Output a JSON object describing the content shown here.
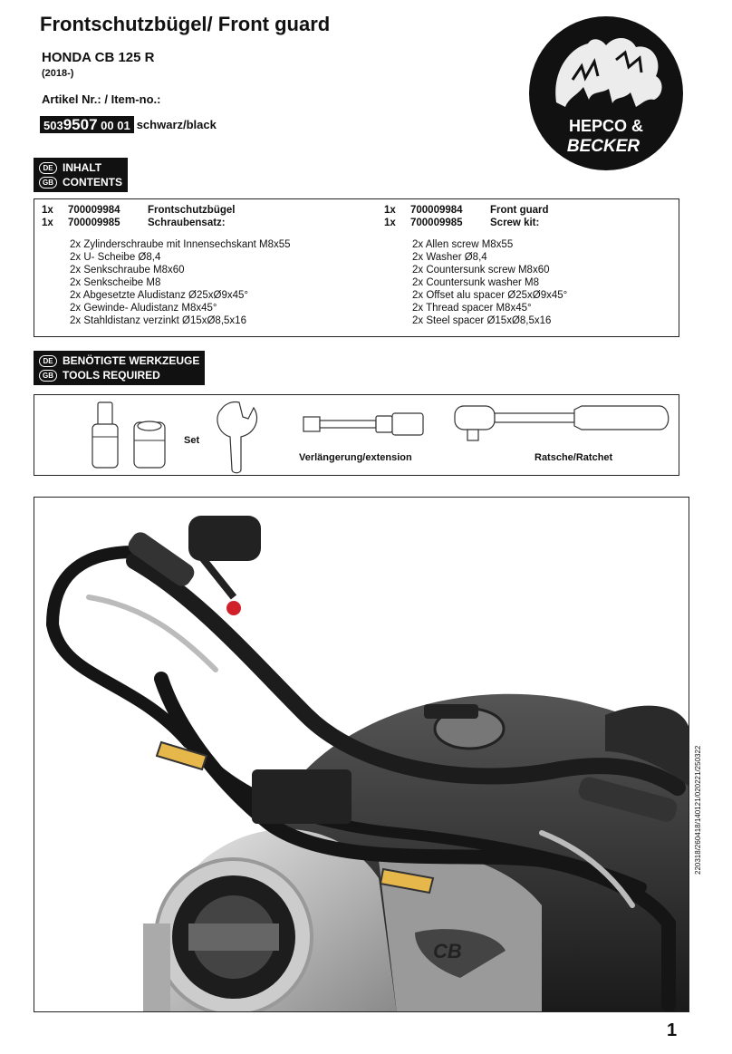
{
  "header": {
    "title": "Frontschutzbügel/ Front guard",
    "model": "HONDA CB 125 R",
    "year": "(2018-)",
    "article_label": "Artikel Nr.: / Item-no.:",
    "part_number_prefix": "503",
    "part_number_main": "9507",
    "part_number_suffix": "00 01",
    "color": "schwarz/black"
  },
  "logo": {
    "line1": "HEPCO &",
    "line2": "BECKER"
  },
  "contents_section": {
    "de_flag": "DE",
    "gb_flag": "GB",
    "de_label": "INHALT",
    "gb_label": "CONTENTS"
  },
  "contents": {
    "de": {
      "items": [
        {
          "qty": "1x",
          "number": "700009984",
          "name": "Frontschutzbügel"
        },
        {
          "qty": "1x",
          "number": "700009985",
          "name": "Schraubensatz:"
        }
      ],
      "screws": [
        "2x Zylinderschraube mit Innensechskant M8x55",
        "2x U- Scheibe Ø8,4",
        "2x Senkschraube M8x60",
        "2x Senkscheibe M8",
        "2x Abgesetzte Aludistanz Ø25xØ9x45°",
        "2x Gewinde- Aludistanz M8x45°",
        "2x Stahldistanz verzinkt Ø15xØ8,5x16"
      ]
    },
    "en": {
      "items": [
        {
          "qty": "1x",
          "number": "700009984",
          "name": "Front guard"
        },
        {
          "qty": "1x",
          "number": "700009985",
          "name": "Screw kit:"
        }
      ],
      "screws": [
        "2x Allen screw M8x55",
        "2x Washer Ø8,4",
        "2x Countersunk screw M8x60",
        "2x Countersunk washer M8",
        "2x Offset alu spacer Ø25xØ9x45°",
        "2x Thread spacer M8x45°",
        "2x Steel spacer Ø15xØ8,5x16"
      ]
    }
  },
  "tools_section": {
    "de_flag": "DE",
    "gb_flag": "GB",
    "de_label": "BENÖTIGTE WERKZEUGE",
    "gb_label": "TOOLS REQUIRED"
  },
  "tools": {
    "set_label": "Set",
    "extension_label": "Verlängerung/extension",
    "ratchet_label": "Ratsche/Ratchet"
  },
  "photo": {
    "tank_logo": "CB"
  },
  "footer": {
    "doc_ref": "220318/260418/140121/020221/250322",
    "page_number": "1"
  }
}
